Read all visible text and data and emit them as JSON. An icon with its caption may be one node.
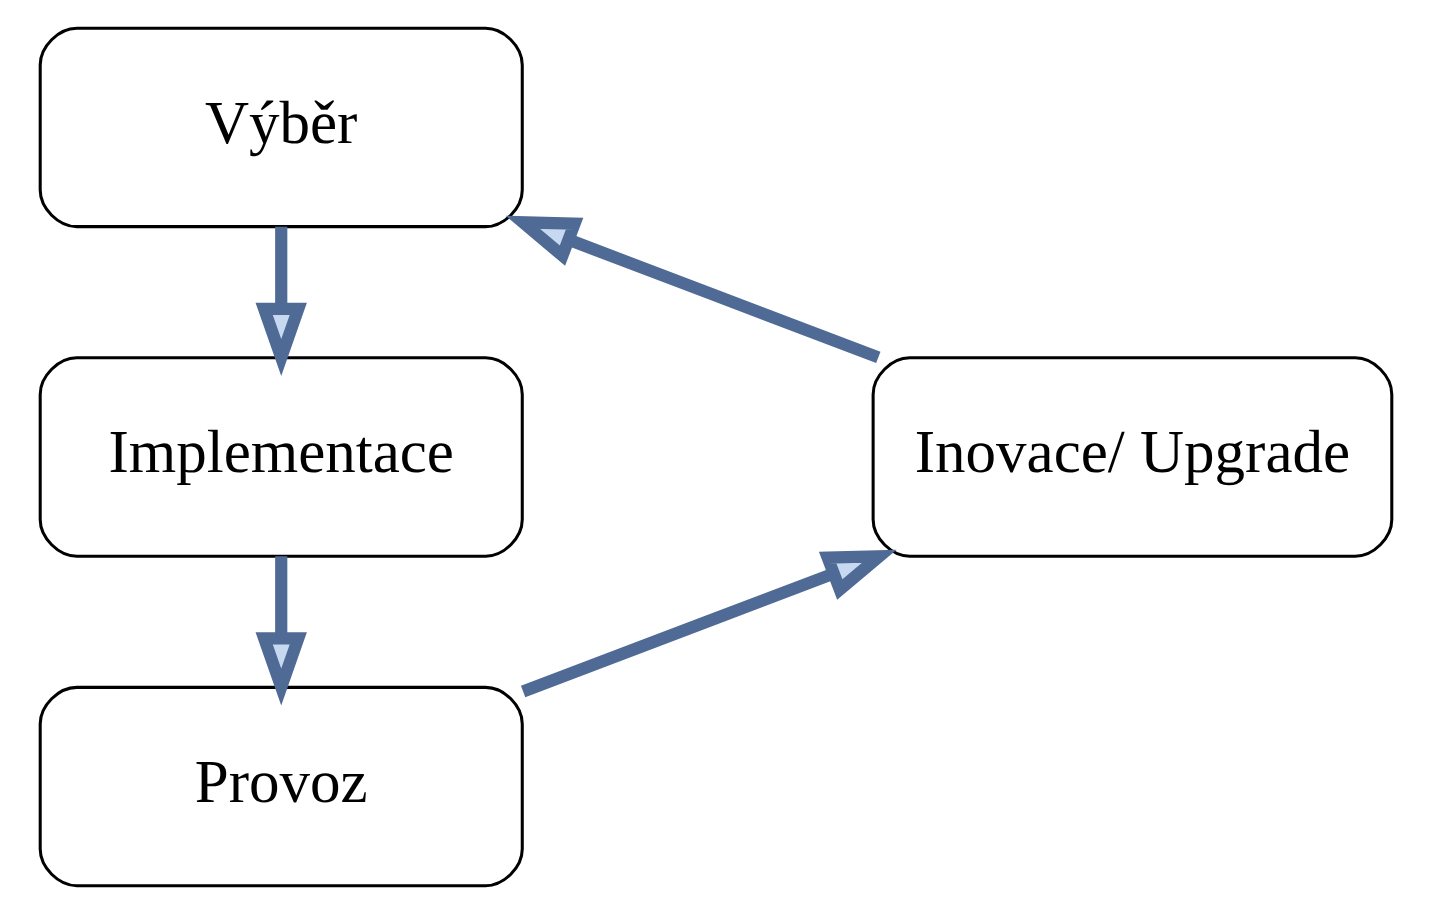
{
  "diagram": {
    "nodes": [
      {
        "text": [
          "Výběr"
        ]
      },
      {
        "text": [
          "Implementace"
        ]
      },
      {
        "text": [
          "Provoz"
        ]
      },
      {
        "text": [
          "Inovace/ Upgrade"
        ]
      }
    ],
    "edges": [
      {
        "from": 0,
        "to": 1,
        "arrow": "to"
      },
      {
        "from": 1,
        "to": 2,
        "arrow": "to"
      },
      {
        "from": 2,
        "to": 3,
        "arrow": "to"
      },
      {
        "from": 3,
        "to": 0,
        "arrow": "to"
      }
    ]
  }
}
